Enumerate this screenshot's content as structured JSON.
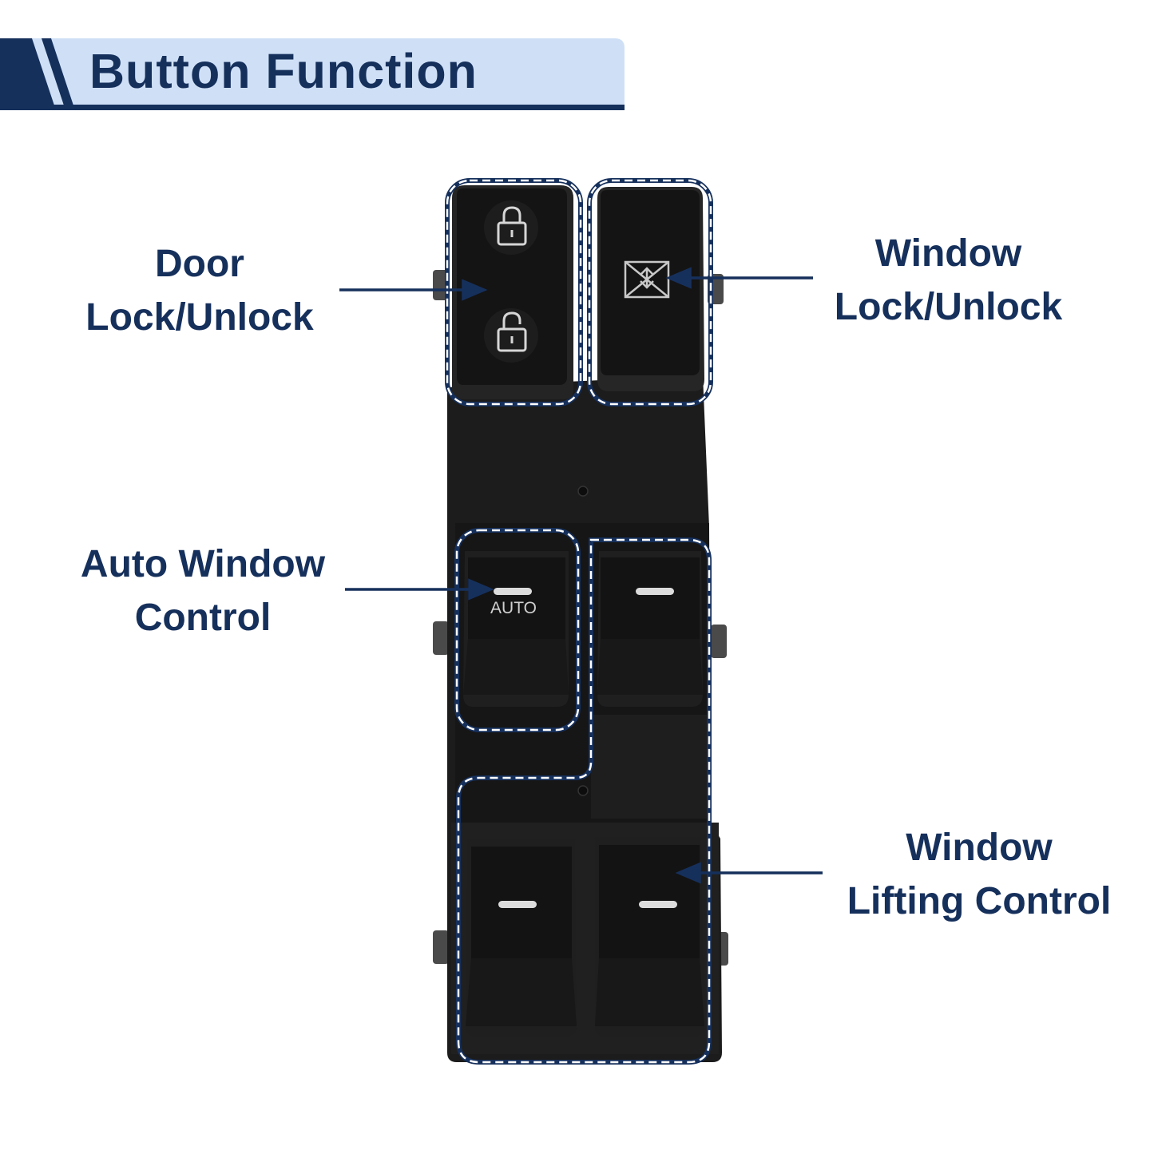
{
  "header": {
    "title": "Button Function"
  },
  "labels": {
    "door_lock": {
      "line1": "Door",
      "line2": "Lock/Unlock"
    },
    "window_lock": {
      "line1": "Window",
      "line2": "Lock/Unlock"
    },
    "auto_window": {
      "line1": "Auto Window",
      "line2": "Control"
    },
    "window_lifting": {
      "line1": "Window",
      "line2": "Lifting Control"
    }
  },
  "switch": {
    "auto_text": "AUTO"
  },
  "colors": {
    "brand_navy": "#16305c",
    "banner_light": "#cfe0f6",
    "switch_body": "#1a1a1a",
    "button_face": "#131313"
  },
  "icons": [
    "lock-closed-icon",
    "lock-open-icon",
    "window-lock-icon",
    "indicator-bar-icon"
  ]
}
